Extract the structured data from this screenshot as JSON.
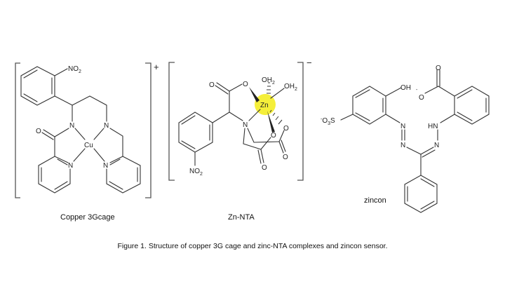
{
  "structures": {
    "copper": {
      "label": "Copper 3Gcage",
      "charge": "+",
      "atoms": {
        "no2": "NO",
        "no2_sub": "2",
        "o": "O",
        "n1": "N",
        "n2": "N",
        "cu": "Cu",
        "npy1": "N",
        "npy2": "N"
      }
    },
    "zinc": {
      "label": "Zn-NTA",
      "charge": "−",
      "highlight_color": "#f5ef3a",
      "atoms": {
        "o1": "O",
        "o2": "O",
        "oh2a": "OH",
        "oh2a_sub": "2",
        "oh2b": "OH",
        "oh2b_sub": "2",
        "zn": "Zn",
        "n": "N",
        "o3": "O",
        "o4": "O",
        "o5": "O",
        "o6": "O",
        "no2": "NO",
        "no2_sub": "2"
      }
    },
    "zincon": {
      "label": "zincon",
      "atoms": {
        "oh": "OH",
        "o_minus": "O",
        "minus": "-",
        "o_carbonyl": "O",
        "so3_minus": "-",
        "so3_o": "O",
        "so3_sub": "3",
        "so3_s": "S",
        "n1": "N",
        "n2": "N",
        "hn": "HN",
        "n3": "N"
      }
    }
  },
  "caption": "Figure 1.  Structure of copper 3G cage and zinc-NTA complexes and zincon sensor."
}
